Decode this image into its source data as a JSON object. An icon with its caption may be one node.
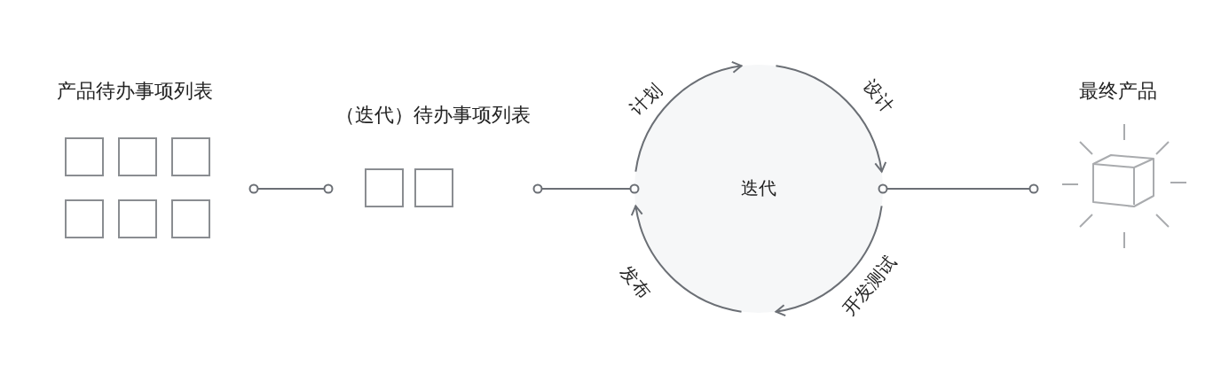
{
  "diagram": {
    "nodes": [
      {
        "text": [
          "产品待办事项列表"
        ]
      },
      {
        "text": [],
        "shape": "box",
        "in": 0
      },
      {
        "text": [],
        "shape": "box",
        "in": 0
      },
      {
        "text": [],
        "shape": "box",
        "in": 0
      },
      {
        "text": [],
        "shape": "box",
        "in": 0
      },
      {
        "text": [],
        "shape": "box",
        "in": 0
      },
      {
        "text": [],
        "shape": "box",
        "in": 0
      },
      {
        "text": [
          "（迭代）待办事项列表"
        ]
      },
      {
        "text": [],
        "shape": "box",
        "in": 7
      },
      {
        "text": [],
        "shape": "box",
        "in": 7
      },
      {
        "text": [
          "迭代"
        ]
      },
      {
        "text": [
          "最终产品"
        ]
      },
      {
        "text": [],
        "shape": "cube",
        "in": 11
      }
    ],
    "edges": [
      {
        "from": 0,
        "to": 7,
        "arrow": "other"
      },
      {
        "from": 7,
        "to": 10,
        "arrow": "other"
      },
      {
        "from": 10,
        "to": 11,
        "arrow": "other"
      },
      {
        "from": 10,
        "to": 10,
        "arrow": "to",
        "label": "计划"
      },
      {
        "from": 10,
        "to": 10,
        "arrow": "to",
        "label": "设计"
      },
      {
        "from": 10,
        "to": 10,
        "arrow": "to",
        "label": "开发测试"
      },
      {
        "from": 10,
        "to": 10,
        "arrow": "to",
        "label": "发布"
      }
    ]
  }
}
